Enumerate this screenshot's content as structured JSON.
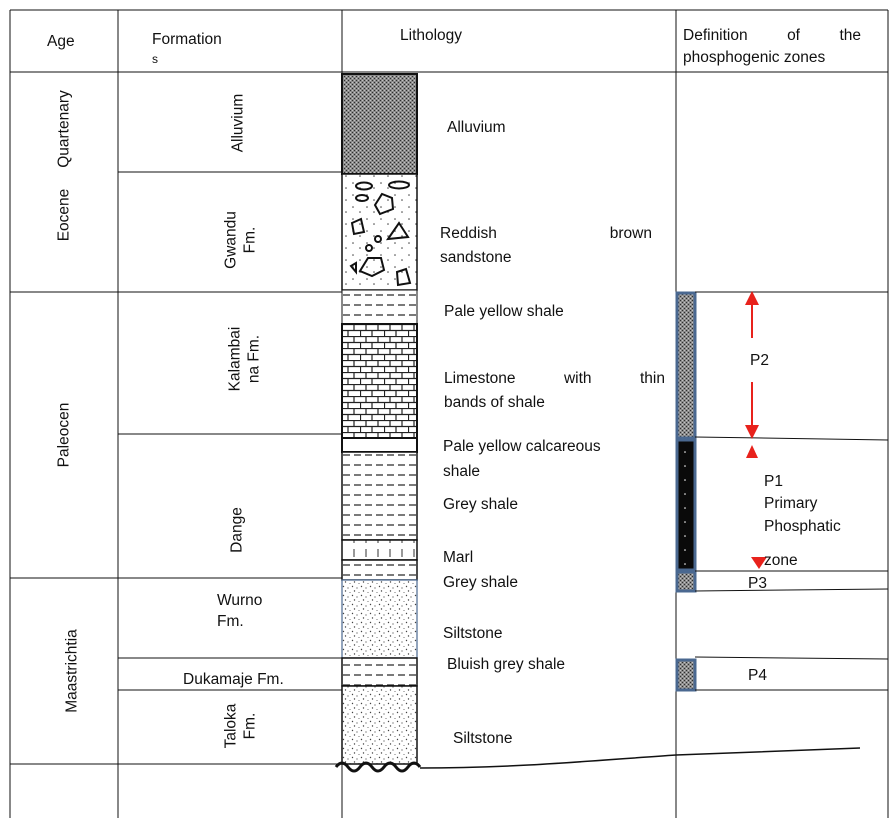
{
  "headers": {
    "age": "Age",
    "formation": "Formation",
    "formation_cont": "s",
    "lithology": "Lithology",
    "definition_line1": "Definition of the",
    "definition_line2": "phosphogenic zones"
  },
  "ages": [
    "Eocene",
    "Quartenary",
    "Paleocen",
    "Maastrichtia"
  ],
  "formations": {
    "alluvium": "Alluvium",
    "gwandu_1": "Gwandu",
    "gwandu_2": "Fm.",
    "kalambaina_1": "Kalambai",
    "kalambaina_2": "na Fm.",
    "dange": "Dange",
    "wurno_1": "Wurno",
    "wurno_2": "Fm.",
    "dukamaje": "Dukamaje Fm.",
    "taloka_1": "Taloka",
    "taloka_2": "Fm."
  },
  "lithology_labels": {
    "alluvium": "Alluvium",
    "reddish_1": "Reddish brown",
    "reddish_2": "sandstone",
    "pale_yellow_shale": "Pale yellow shale",
    "limestone_1": "Limestone with thin",
    "limestone_2": "bands of shale",
    "pale_calc_1": "Pale yellow calcareous",
    "pale_calc_2": "shale",
    "grey_shale_1": "Grey shale",
    "marl": "Marl",
    "grey_shale_2": "Grey shale",
    "siltstone_1": "Siltstone",
    "bluish": "Bluish grey shale",
    "siltstone_2": "Siltstone"
  },
  "zones": {
    "p2": "P2",
    "p1_1": "P1",
    "p1_2": "Primary",
    "p1_3": "Phosphatic",
    "p1_4": "zone",
    "p3": "P3",
    "p4": "P4"
  },
  "colors": {
    "zone_frame": "#4a6890",
    "arrow": "#e8221c",
    "line": "#111111"
  }
}
